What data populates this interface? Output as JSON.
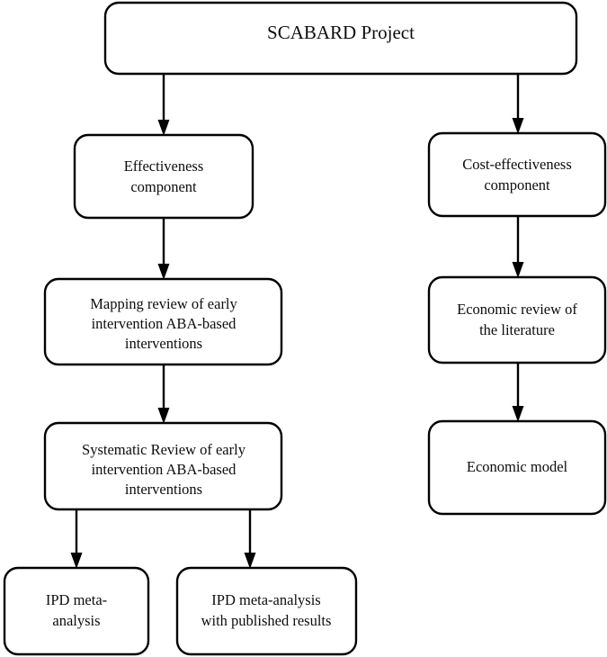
{
  "diagram": {
    "title": "SCABARD Project",
    "type": "flowchart",
    "orientation": "top-down",
    "colors": {
      "background": "#ffffff",
      "box_fill": "#ffffff",
      "box_stroke": "#000000",
      "text": "#0d0d0d",
      "connector": "#000000"
    },
    "nodes": [
      {
        "id": "scabard-project",
        "label": "SCABARD Project",
        "lines": [
          "SCABARD Project"
        ],
        "level": 0,
        "column": "center",
        "shape": "rounded-rectangle"
      },
      {
        "id": "effectiveness-component",
        "label": "Effectiveness component",
        "lines": [
          "Effectiveness",
          "component"
        ],
        "level": 1,
        "column": "left",
        "shape": "rounded-rectangle"
      },
      {
        "id": "cost-effectiveness-component",
        "label": "Cost-effectiveness component",
        "lines": [
          "Cost-effectiveness",
          "component"
        ],
        "level": 1,
        "column": "right",
        "shape": "rounded-rectangle"
      },
      {
        "id": "mapping-review",
        "label": "Mapping review of early intervention ABA-based interventions",
        "lines": [
          "Mapping review of early",
          "intervention ABA-based",
          "interventions"
        ],
        "level": 2,
        "column": "left",
        "shape": "rounded-rectangle"
      },
      {
        "id": "economic-review",
        "label": "Economic review of the literature",
        "lines": [
          "Economic review of",
          "the literature"
        ],
        "level": 2,
        "column": "right",
        "shape": "rounded-rectangle"
      },
      {
        "id": "systematic-review",
        "label": "Systematic Review of early intervention ABA-based interventions",
        "lines": [
          "Systematic Review of early",
          "intervention ABA-based",
          "interventions"
        ],
        "level": 3,
        "column": "left",
        "shape": "rounded-rectangle"
      },
      {
        "id": "economic-model",
        "label": "Economic model",
        "lines": [
          "Economic model"
        ],
        "level": 3,
        "column": "right",
        "shape": "rounded-rectangle"
      },
      {
        "id": "ipd-meta-analysis",
        "label": "IPD meta-analysis",
        "lines": [
          "IPD meta-",
          "analysis"
        ],
        "level": 4,
        "column": "left-outer",
        "shape": "rounded-rectangle"
      },
      {
        "id": "ipd-meta-analysis-published",
        "label": "IPD meta-analysis with published results",
        "lines": [
          "IPD meta-analysis",
          "with published results"
        ],
        "level": 4,
        "column": "left-inner",
        "shape": "rounded-rectangle"
      }
    ],
    "edges": [
      {
        "from": "scabard-project",
        "to": "effectiveness-component",
        "style": "arrow"
      },
      {
        "from": "scabard-project",
        "to": "cost-effectiveness-component",
        "style": "arrow"
      },
      {
        "from": "effectiveness-component",
        "to": "mapping-review",
        "style": "arrow"
      },
      {
        "from": "cost-effectiveness-component",
        "to": "economic-review",
        "style": "arrow"
      },
      {
        "from": "mapping-review",
        "to": "systematic-review",
        "style": "arrow"
      },
      {
        "from": "economic-review",
        "to": "economic-model",
        "style": "arrow"
      },
      {
        "from": "systematic-review",
        "to": "ipd-meta-analysis",
        "style": "arrow"
      },
      {
        "from": "systematic-review",
        "to": "ipd-meta-analysis-published",
        "style": "arrow"
      }
    ]
  }
}
